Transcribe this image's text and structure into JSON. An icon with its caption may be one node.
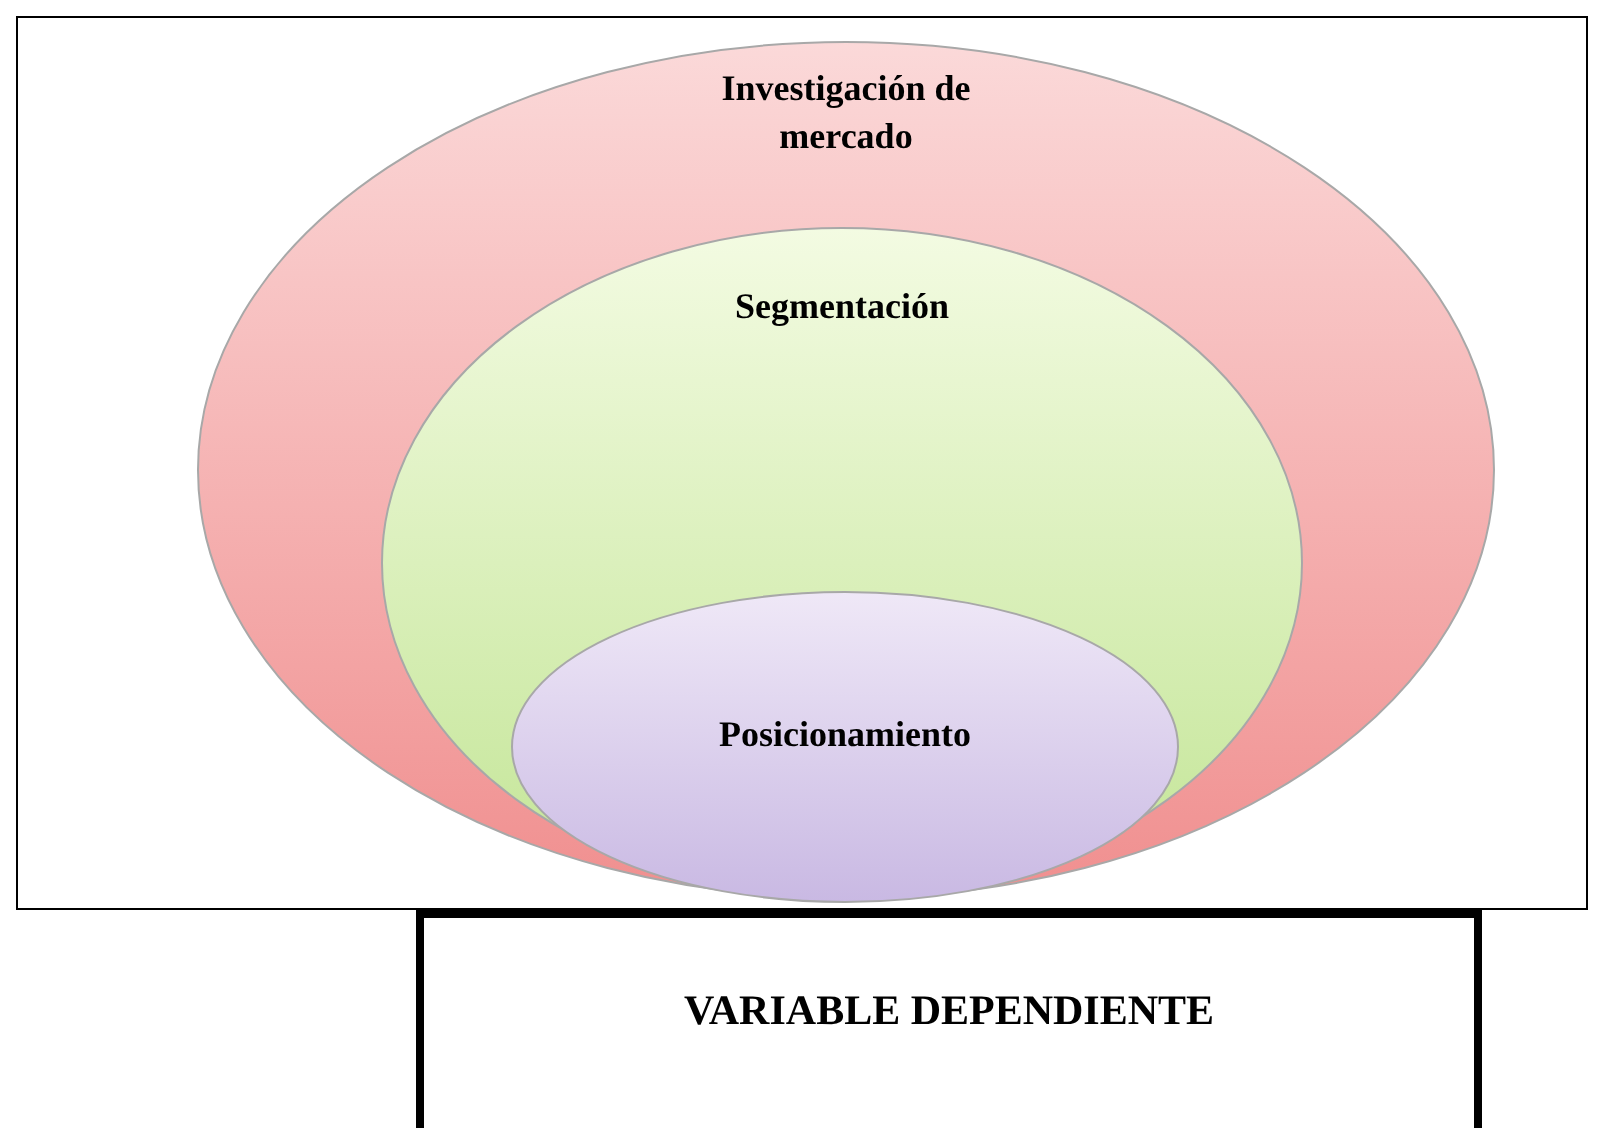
{
  "diagram": {
    "nodes": [
      {
        "text": [
          "Investigación de mercado"
        ]
      },
      {
        "text": [
          "Segmentación"
        ],
        "in": 0
      },
      {
        "text": [
          "Posicionamiento"
        ],
        "in": 1
      },
      {
        "text": [
          "VARIABLE DEPENDIENTE"
        ]
      }
    ]
  }
}
